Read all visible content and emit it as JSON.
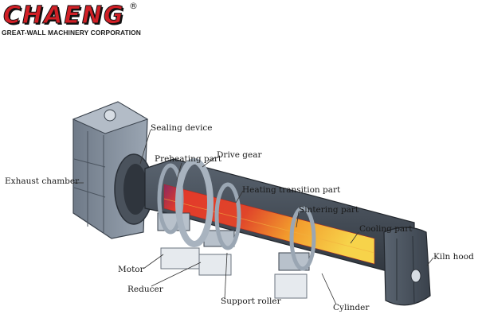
{
  "logo": {
    "brand": "CHAENG",
    "registered_mark": "®",
    "tagline": "GREAT-WALL MACHINERY CORPORATION"
  },
  "labels": {
    "sealing_device": "Sealing device",
    "drive_gear": "Drive gear",
    "preheating_part": "Preheating part",
    "exhaust_chamber": "Exhaust chamber",
    "heating_transition_part": "Heating transition part",
    "sintering_part": "Sintering part",
    "cooling_part": "Cooling part",
    "kiln_hood": "Kiln hood",
    "motor": "Motor",
    "reducer": "Reducer",
    "support_roller": "Support roller",
    "cylinder": "Cylinder"
  },
  "colors": {
    "brand_red": "#d11f26",
    "shell": "#3e4650",
    "chamber": "#7d8896",
    "hot_red": "#e23a2a",
    "hot_orange": "#f29a2c",
    "hot_yellow": "#f7d34a",
    "tire": "#9aa6b3"
  }
}
